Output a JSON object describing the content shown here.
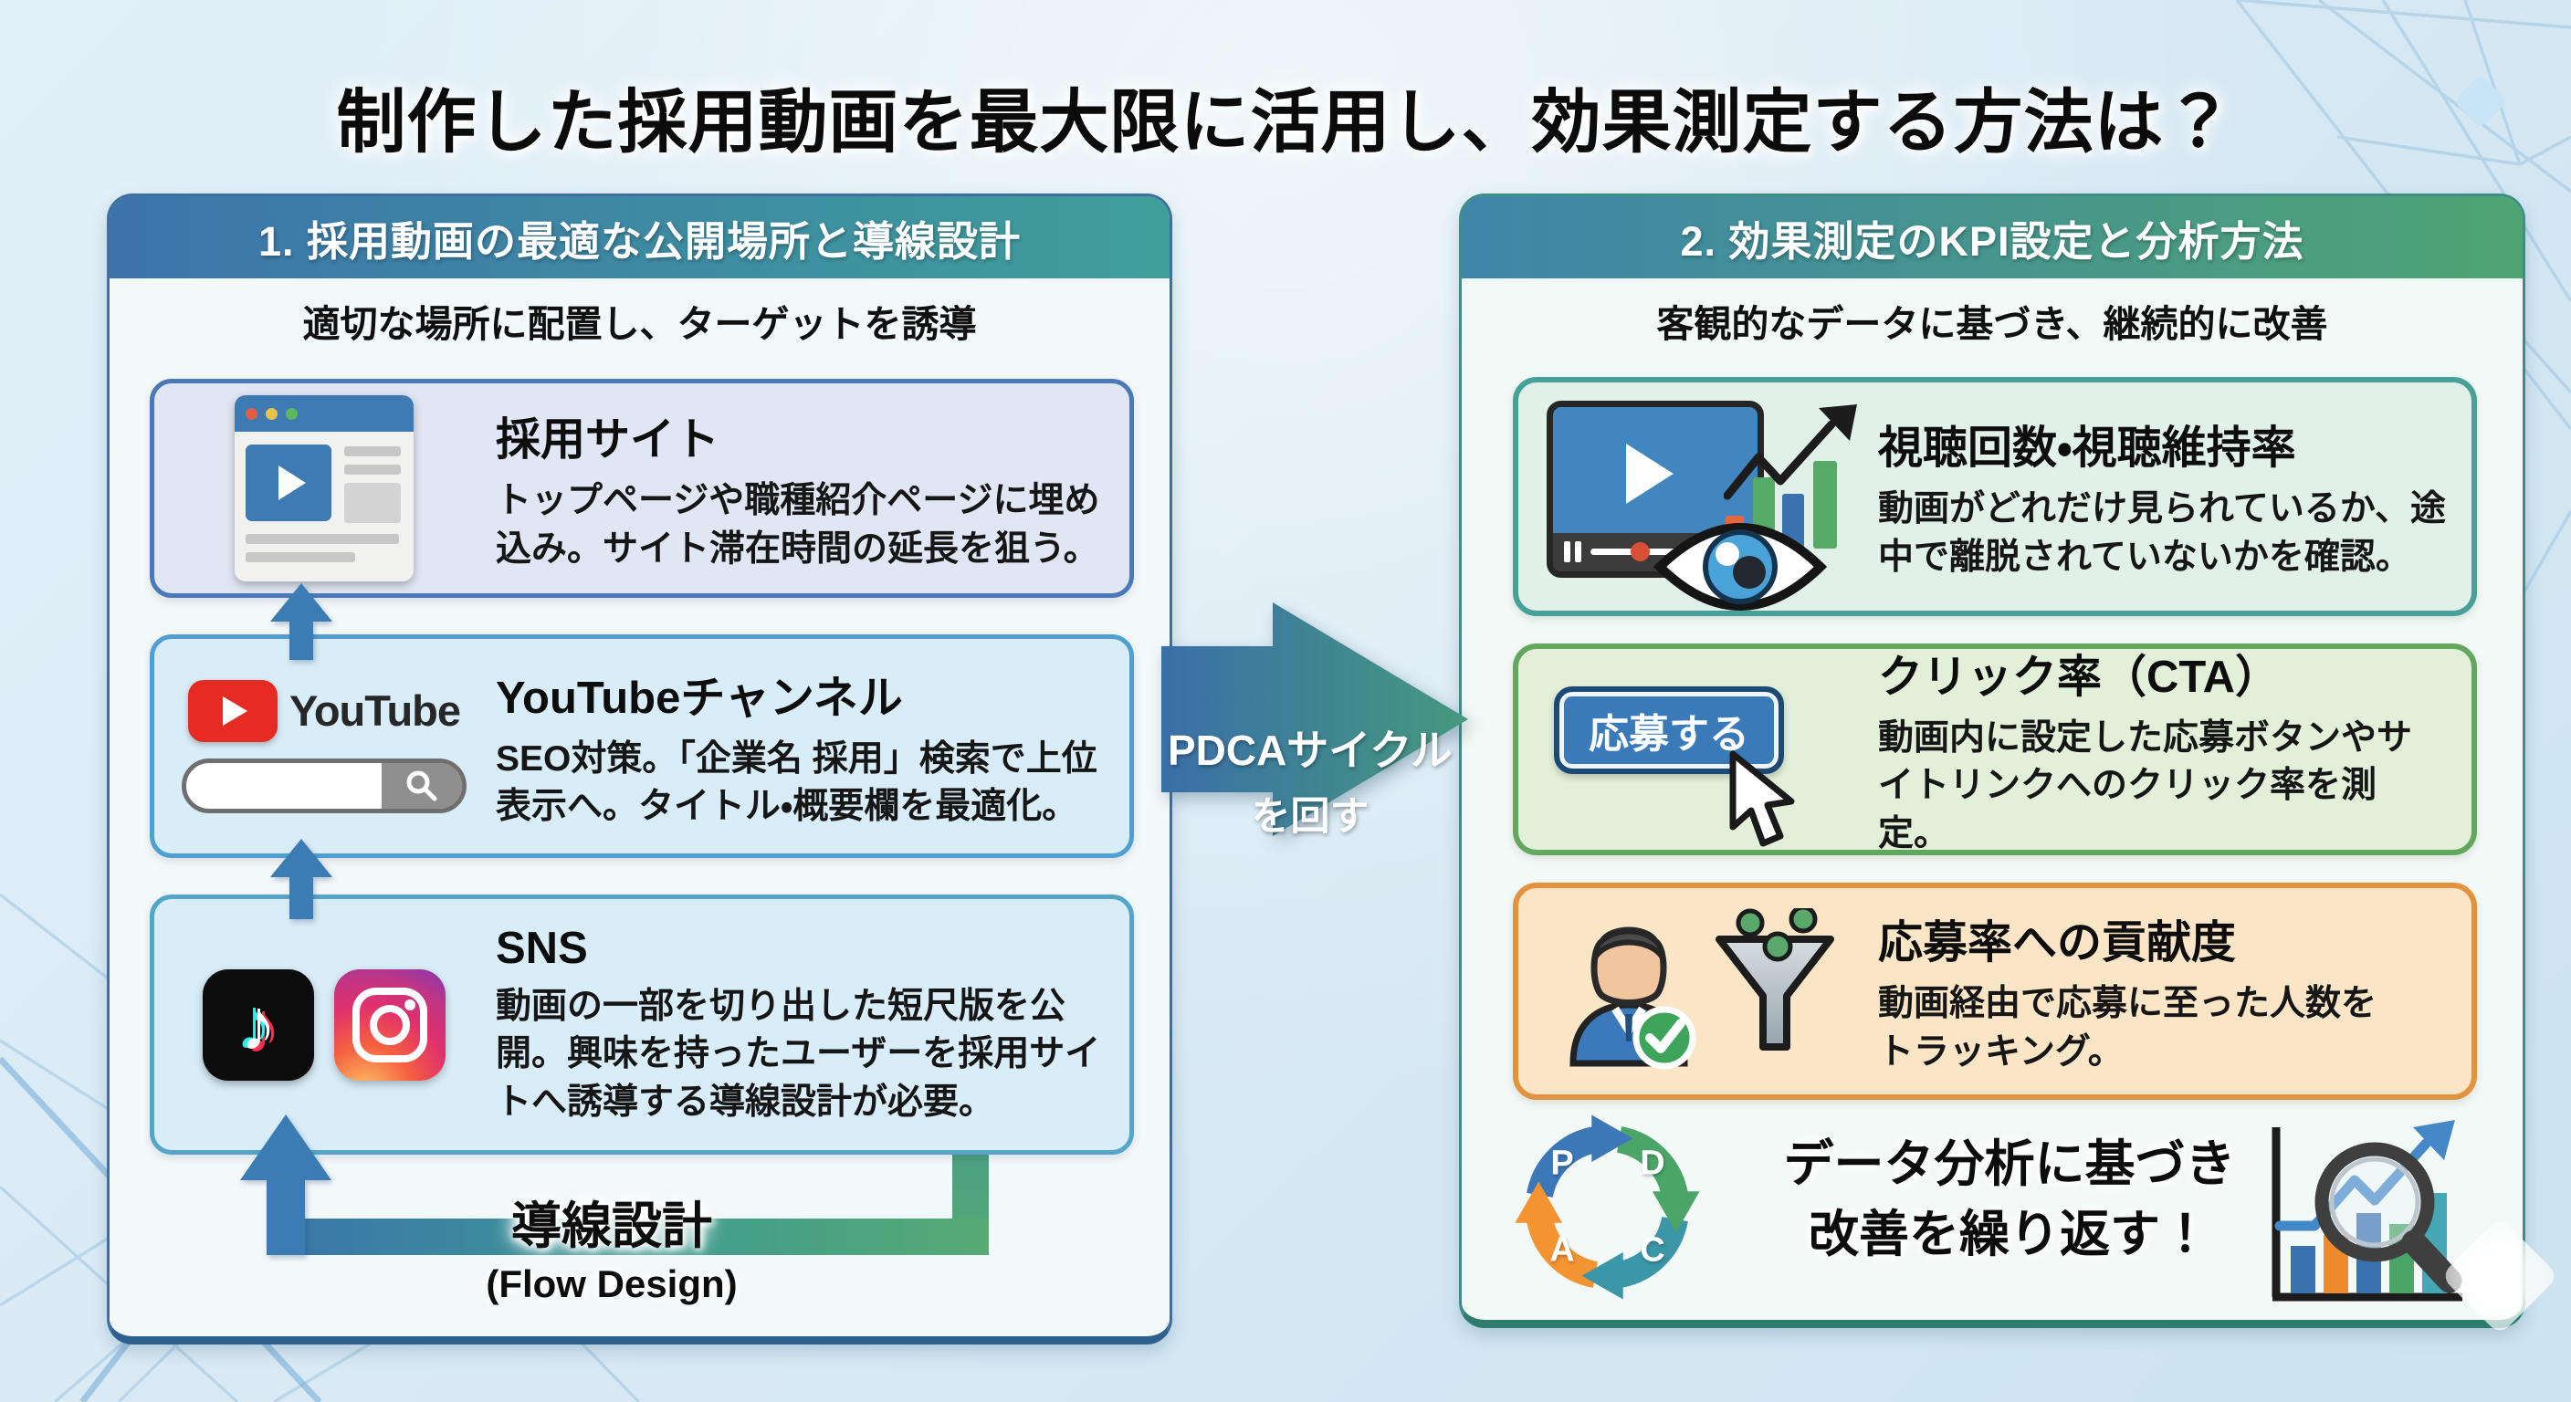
{
  "title": "制作した採用動画を最大限に活用し、効果測定する方法は？",
  "left_panel": {
    "header": "1. 採用動画の最適な公開場所と導線設計",
    "subtitle": "適切な場所に配置し、ターゲットを誘導",
    "cards": [
      {
        "title": "採用サイト",
        "body": "トップページや職種紹介ページに埋め込み。サイト滞在時間の延長を狙う。",
        "icon": "browser-video-icon"
      },
      {
        "title": "YouTubeチャンネル",
        "body": "SEO対策。「企業名 採用」検索で上位表示へ。タイトル・概要欄を最適化。",
        "icon": "youtube-logo-icon",
        "wordmark": "YouTube"
      },
      {
        "title": "SNS",
        "body": "動画の一部を切り出した短尺版を公開。興味を持ったユーザーを採用サイトへ誘導する導線設計が必要。",
        "icon": "tiktok-instagram-icons"
      }
    ],
    "flow_label": "導線設計",
    "flow_sublabel": "(Flow Design)"
  },
  "center_arrow": {
    "line1": "PDCAサイクル",
    "line2": "を回す"
  },
  "right_panel": {
    "header": "2. 効果測定のKPI設定と分析方法",
    "subtitle": "客観的なデータに基づき、継続的に改善",
    "cards": [
      {
        "title": "視聴回数・視聴維持率",
        "body": "動画がどれだけ見られているか、途中で離脱されていないかを確認。",
        "icon": "video-views-eye-icon"
      },
      {
        "title": "クリック率（CTA）",
        "body": "動画内に設定した応募ボタンやサイトリンクへのクリック率を測定。",
        "icon": "cta-button-cursor-icon",
        "cta_label": "応募する"
      },
      {
        "title": "応募率への貢献度",
        "body": "動画経由で応募に至った人数をトラッキング。",
        "icon": "applicant-funnel-icon"
      }
    ],
    "footer": {
      "line1": "データ分析に基づき",
      "line2": "改善を繰り返す！",
      "pdca": [
        "P",
        "D",
        "C",
        "A"
      ]
    }
  },
  "colors": {
    "background": "#d8e9f4",
    "left_header_gradient": [
      "#3d74ab",
      "#3f9f9a"
    ],
    "right_header_gradient": [
      "#3e86a9",
      "#4ea573"
    ],
    "arrow_blue": "#3c7cb4",
    "flow_green": "#57aa74",
    "youtube_red": "#e62b24",
    "kpi_teal": "#46a198",
    "kpi_green": "#63a75e",
    "kpi_orange": "#e3923d",
    "pdca": {
      "P": "#3c78b8",
      "D": "#4ba568",
      "C": "#3b96a8",
      "A": "#f49331"
    }
  }
}
